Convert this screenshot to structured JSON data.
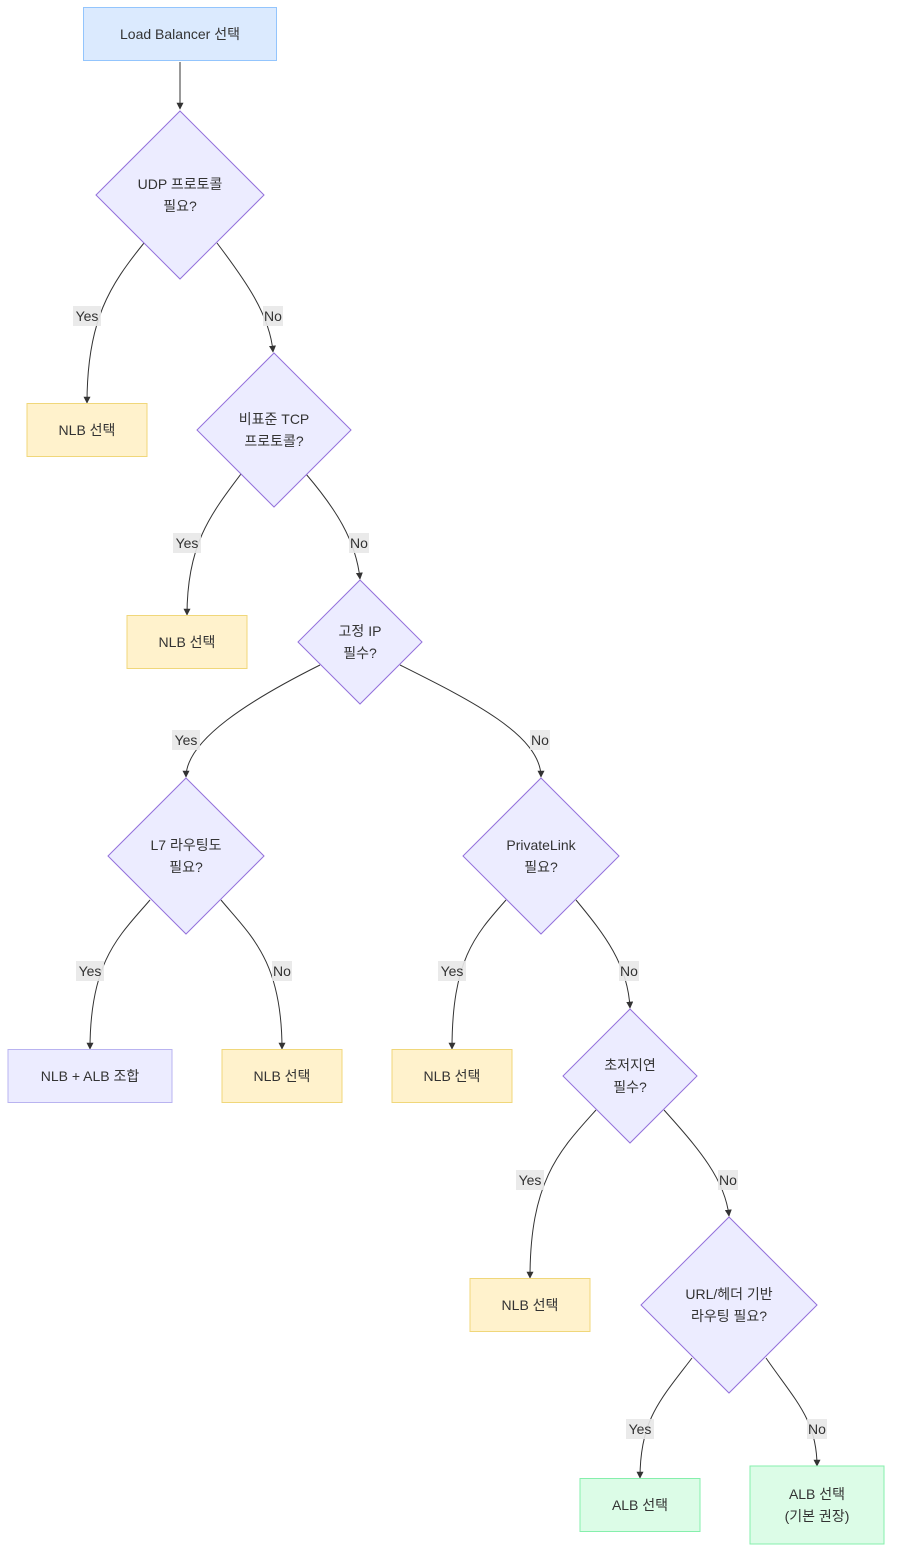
{
  "colors": {
    "start_fill": "#dbeafe",
    "start_stroke": "#93c5fd",
    "decision_fill": "#ececff",
    "decision_stroke": "#9370db",
    "nlb_fill": "#fff2cc",
    "nlb_stroke": "#f0d77a",
    "combo_fill": "#ececff",
    "combo_stroke": "#b9b3f0",
    "alb_fill": "#dcfce7",
    "alb_stroke": "#86efac",
    "edge": "#333333",
    "label_bg": "#e8e8e8"
  },
  "nodes": {
    "start": {
      "lines": [
        "Load Balancer 선택"
      ]
    },
    "q_udp": {
      "lines": [
        "UDP 프로토콜",
        "필요?"
      ]
    },
    "r_nlb_udp": {
      "lines": [
        "NLB 선택"
      ]
    },
    "q_tcp": {
      "lines": [
        "비표준 TCP",
        "프로토콜?"
      ]
    },
    "r_nlb_tcp": {
      "lines": [
        "NLB 선택"
      ]
    },
    "q_ip": {
      "lines": [
        "고정 IP",
        "필수?"
      ]
    },
    "q_l7": {
      "lines": [
        "L7 라우팅도",
        "필요?"
      ]
    },
    "r_combo": {
      "lines": [
        "NLB + ALB 조합"
      ]
    },
    "r_nlb_l7no": {
      "lines": [
        "NLB 선택"
      ]
    },
    "q_pl": {
      "lines": [
        "PrivateLink",
        "필요?"
      ]
    },
    "r_nlb_pl": {
      "lines": [
        "NLB 선택"
      ]
    },
    "q_lat": {
      "lines": [
        "초저지연",
        "필수?"
      ]
    },
    "r_nlb_lat": {
      "lines": [
        "NLB 선택"
      ]
    },
    "q_url": {
      "lines": [
        "URL/헤더 기반",
        "라우팅 필요?"
      ]
    },
    "r_alb_yes": {
      "lines": [
        "ALB 선택"
      ]
    },
    "r_alb_default": {
      "lines": [
        "ALB 선택",
        "(기본 권장)"
      ]
    }
  },
  "edge_labels": {
    "yes": "Yes",
    "no": "No"
  }
}
